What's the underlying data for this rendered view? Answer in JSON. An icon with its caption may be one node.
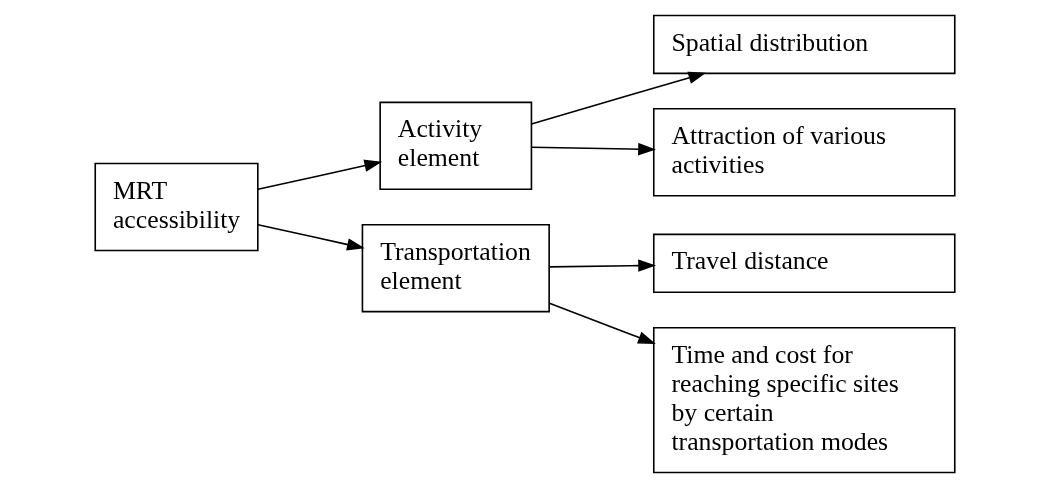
{
  "diagram": {
    "nodes": [
      {
        "text": [
          "MRT accessibility"
        ]
      },
      {
        "text": [
          "Activity element"
        ]
      },
      {
        "text": [
          "Transportation element"
        ]
      },
      {
        "text": [
          "Spatial distribution"
        ]
      },
      {
        "text": [
          "Attraction of various activities"
        ]
      },
      {
        "text": [
          "Travel distance"
        ]
      },
      {
        "text": [
          "Time and cost for reaching specific sites by certain transportation modes"
        ]
      }
    ],
    "edges": [
      {
        "from": 0,
        "to": 1,
        "arrow": "to"
      },
      {
        "from": 0,
        "to": 2,
        "arrow": "to"
      },
      {
        "from": 1,
        "to": 3,
        "arrow": "to"
      },
      {
        "from": 1,
        "to": 4,
        "arrow": "to"
      },
      {
        "from": 2,
        "to": 5,
        "arrow": "to"
      },
      {
        "from": 2,
        "to": 6,
        "arrow": "to"
      }
    ]
  }
}
